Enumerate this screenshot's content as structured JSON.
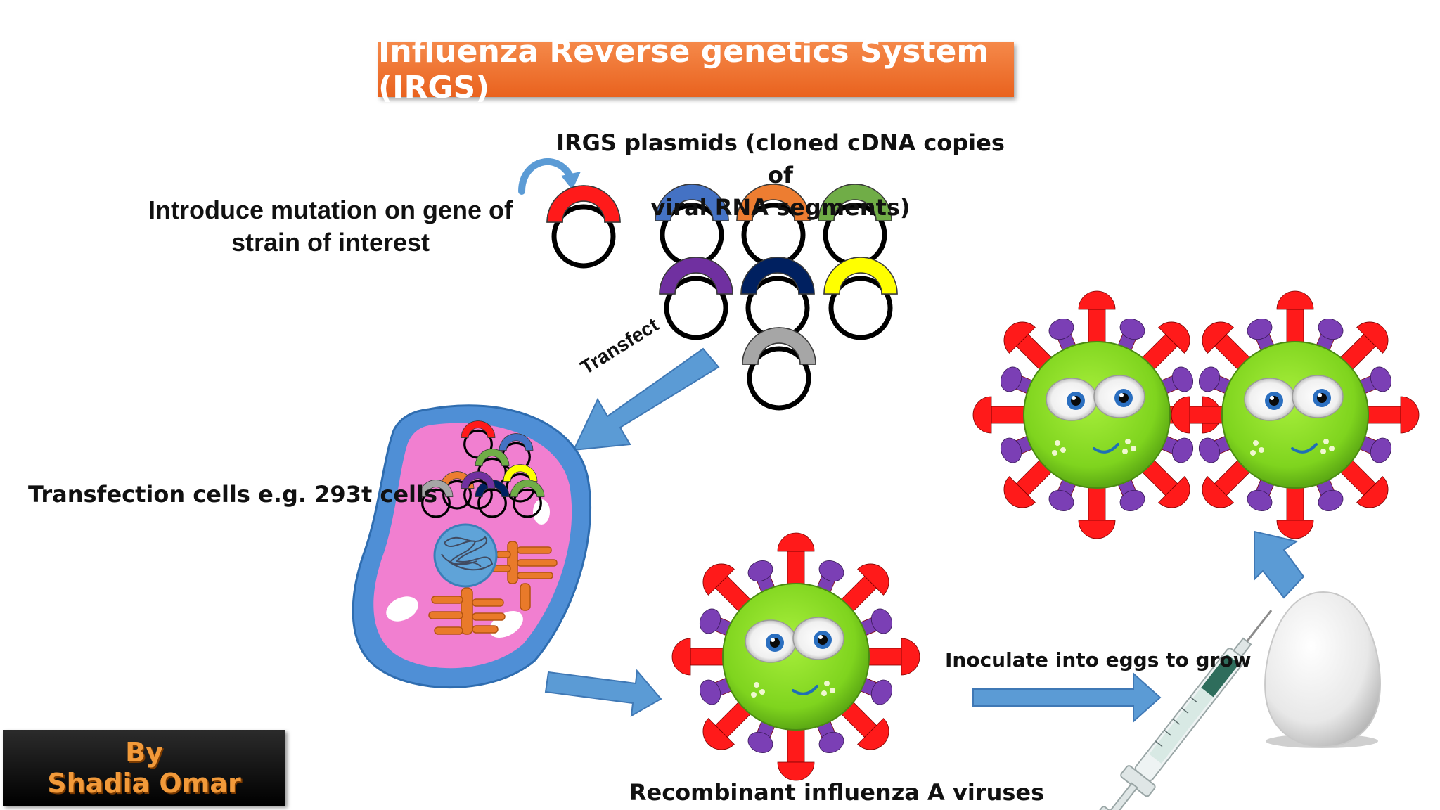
{
  "title": "Influenza Reverse genetics System (IRGS)",
  "labels": {
    "plasmids_line1": "IRGS plasmids (cloned cDNA copies of",
    "plasmids_line2": "viral RNA segments)",
    "mutation_line1": "Introduce mutation on gene of",
    "mutation_line2": "strain of interest",
    "transfect": "Transfect",
    "cells": "Transfection cells e.g. 293t cells",
    "recombinant": "Recombinant influenza A viruses",
    "inoculate": "Inoculate into eggs to grow"
  },
  "author": {
    "line1": "By",
    "line2": "Shadia Omar"
  },
  "colors": {
    "title_banner": "#ee7430",
    "arrow": "#5b9bd5",
    "cell_membrane": "#4f8fd6",
    "cytoplasm": "#f17fd0",
    "nucleus": "#5fa3d8",
    "organelle": "#e97a2a",
    "virus_core": "#86d92a",
    "spike_red": "#ff1a1a",
    "spike_purple": "#7b3fb5",
    "author_text": "#f29a3a"
  },
  "plasmid_colors": {
    "mutated": "#ff1a1a",
    "segments": [
      "#4472c4",
      "#ed7d31",
      "#70ad47",
      "#7030a0",
      "#002060",
      "#ffff00",
      "#a6a6a6"
    ]
  }
}
